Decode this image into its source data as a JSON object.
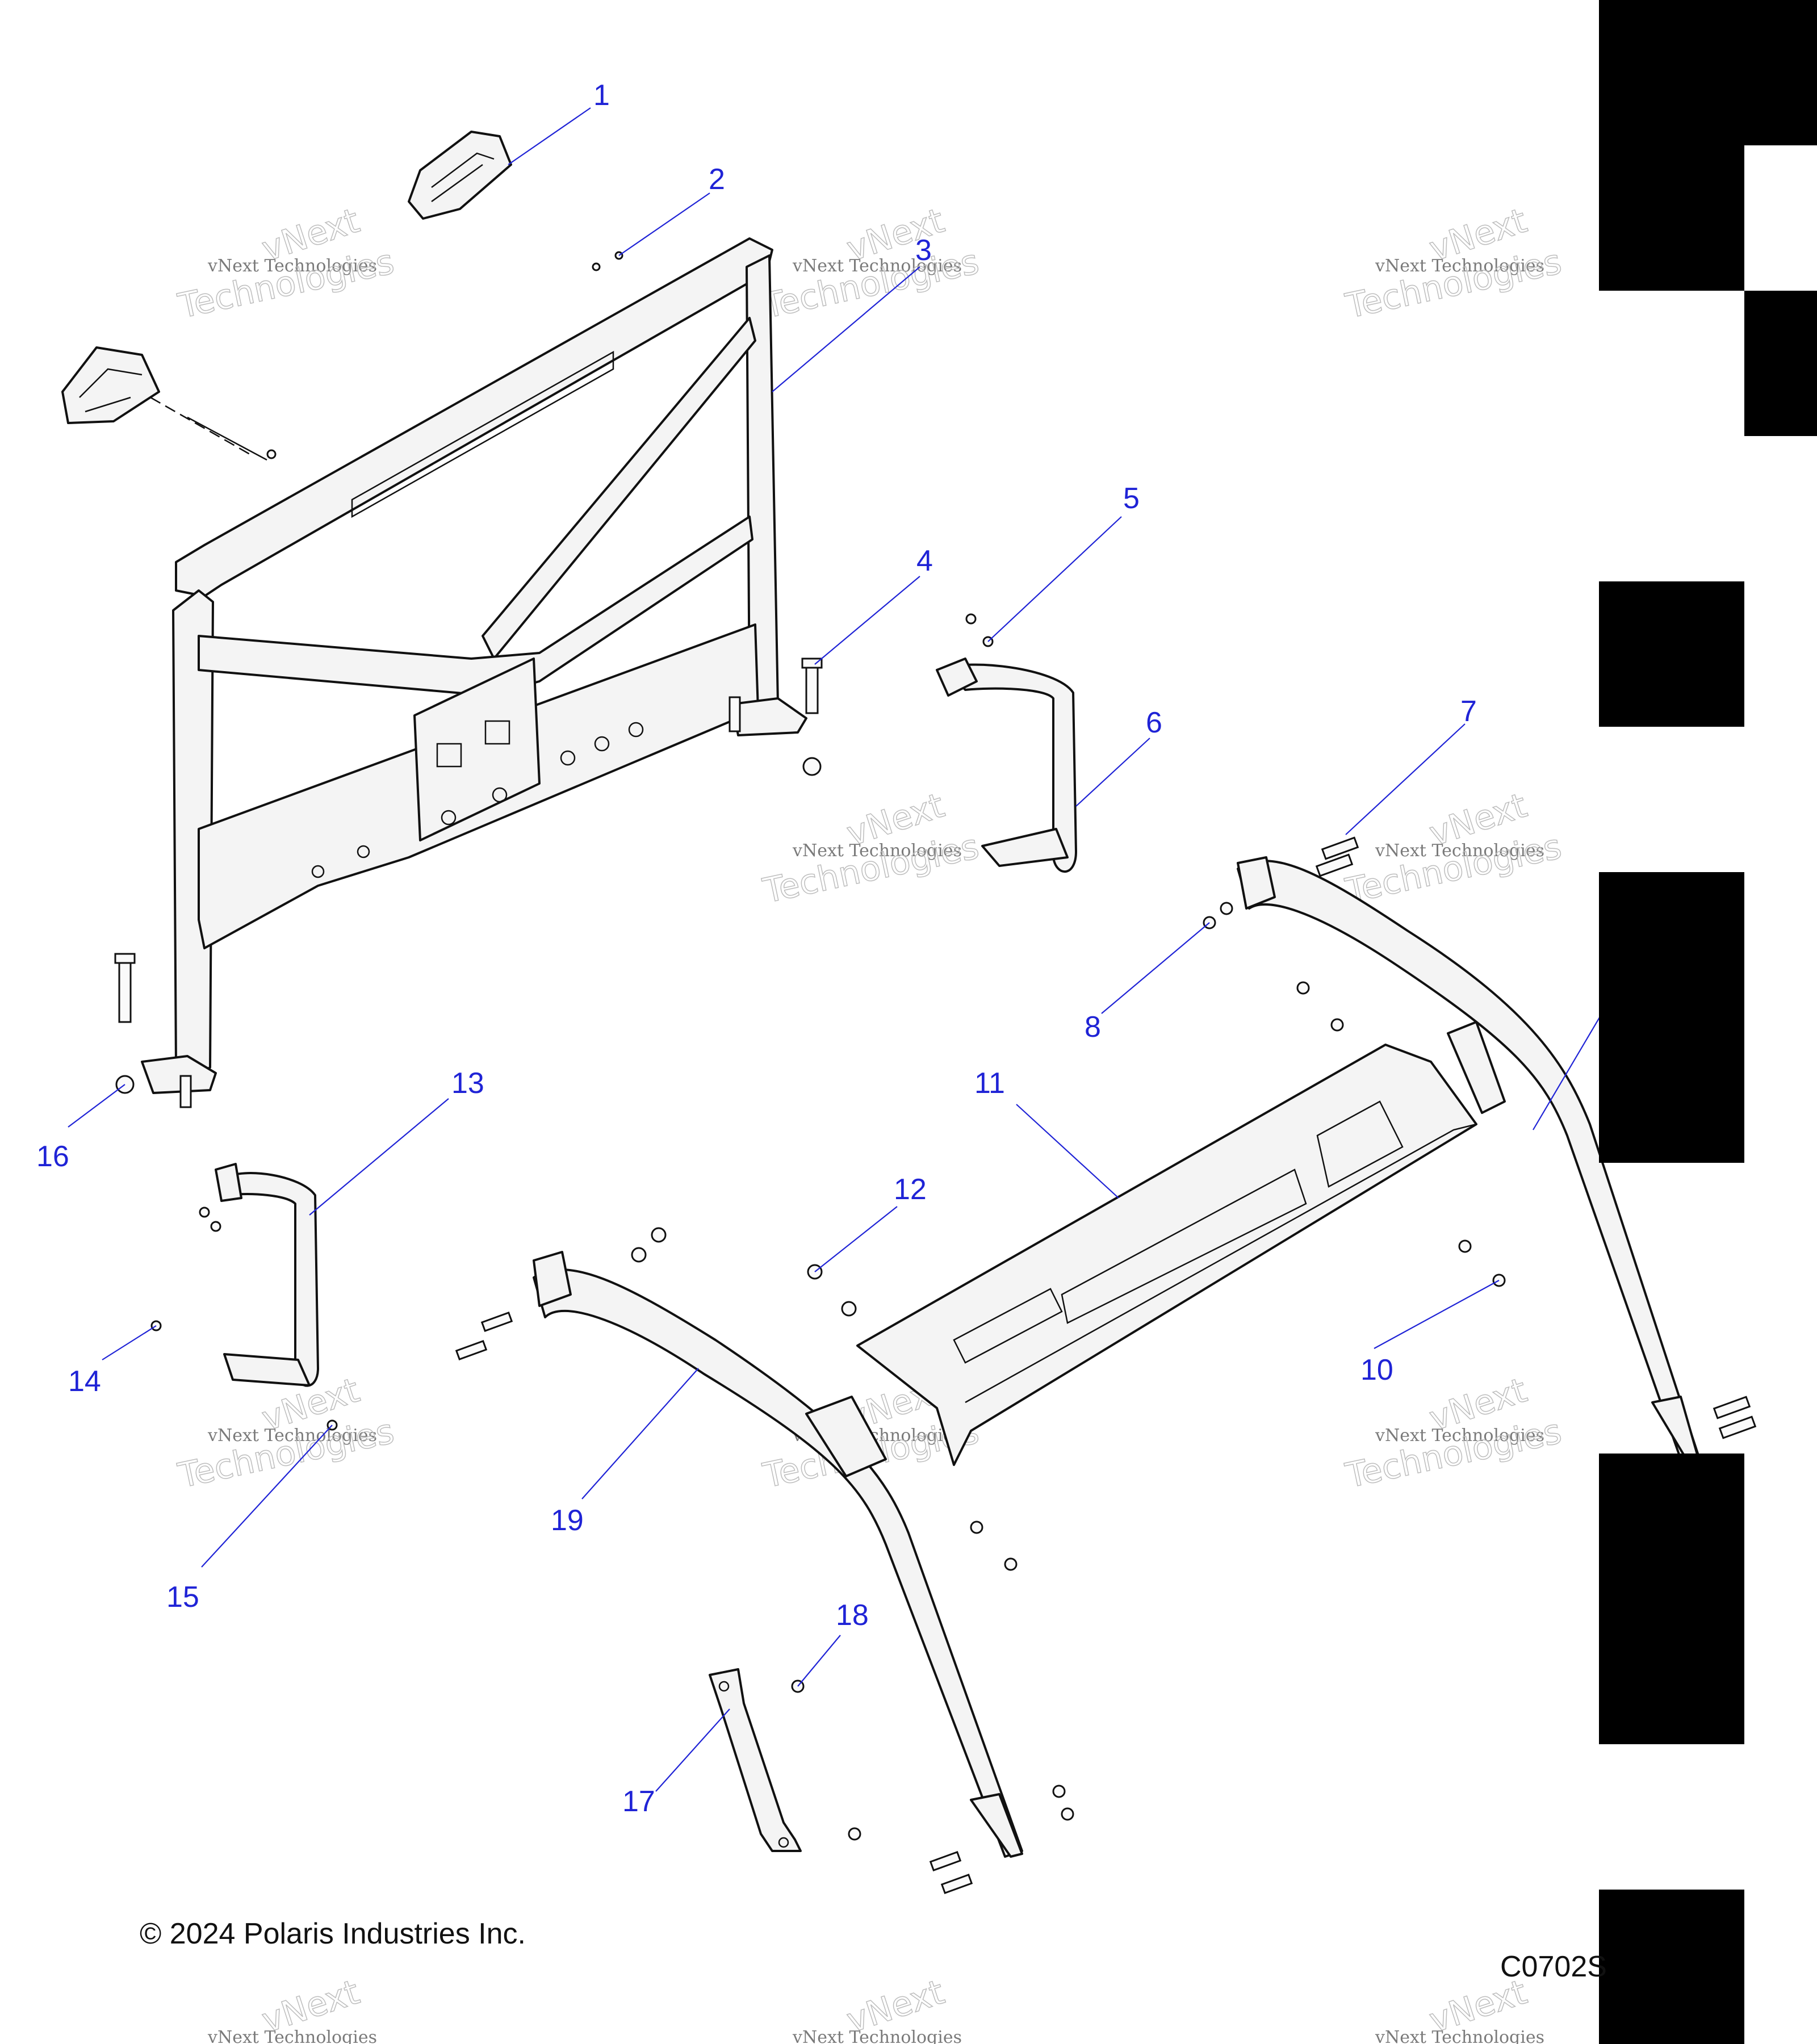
{
  "callouts": [
    "1",
    "2",
    "3",
    "4",
    "5",
    "6",
    "7",
    "8",
    "10",
    "11",
    "12",
    "13",
    "14",
    "15",
    "16",
    "17",
    "18",
    "19"
  ],
  "watermark": {
    "line1": "vNext Technologies",
    "line2": "vNext",
    "line3": "Technologies"
  },
  "footer": {
    "copyright": "© 2024 Polaris Industries Inc.",
    "code": "C0702S"
  },
  "colors": {
    "callout": "#1f23d6",
    "line_art": "#111111",
    "side_blocks": "#000000"
  }
}
